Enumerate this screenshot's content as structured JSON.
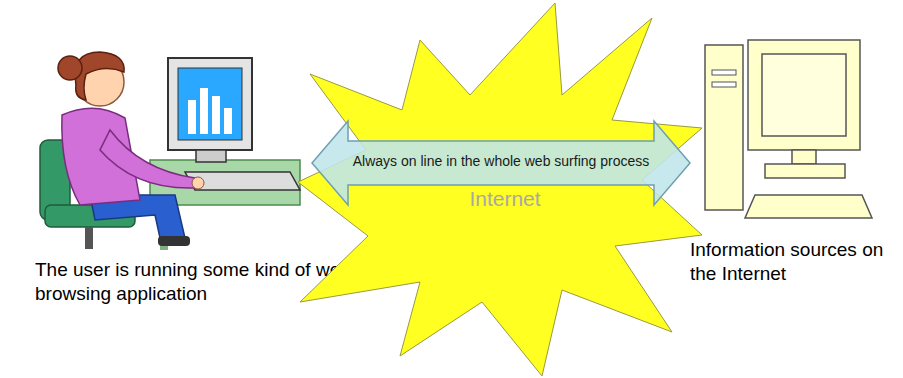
{
  "diagram": {
    "nodes": [
      {
        "text": [
          "The user is running some kind of web browsing application"
        ]
      },
      {
        "text": [
          "Internet"
        ]
      },
      {
        "text": [
          "Information sources on the Internet"
        ]
      }
    ],
    "edges": [
      {
        "from": 0,
        "to": 2,
        "arrow": "both",
        "label": "Always on line in the whole web surfing process"
      }
    ]
  }
}
